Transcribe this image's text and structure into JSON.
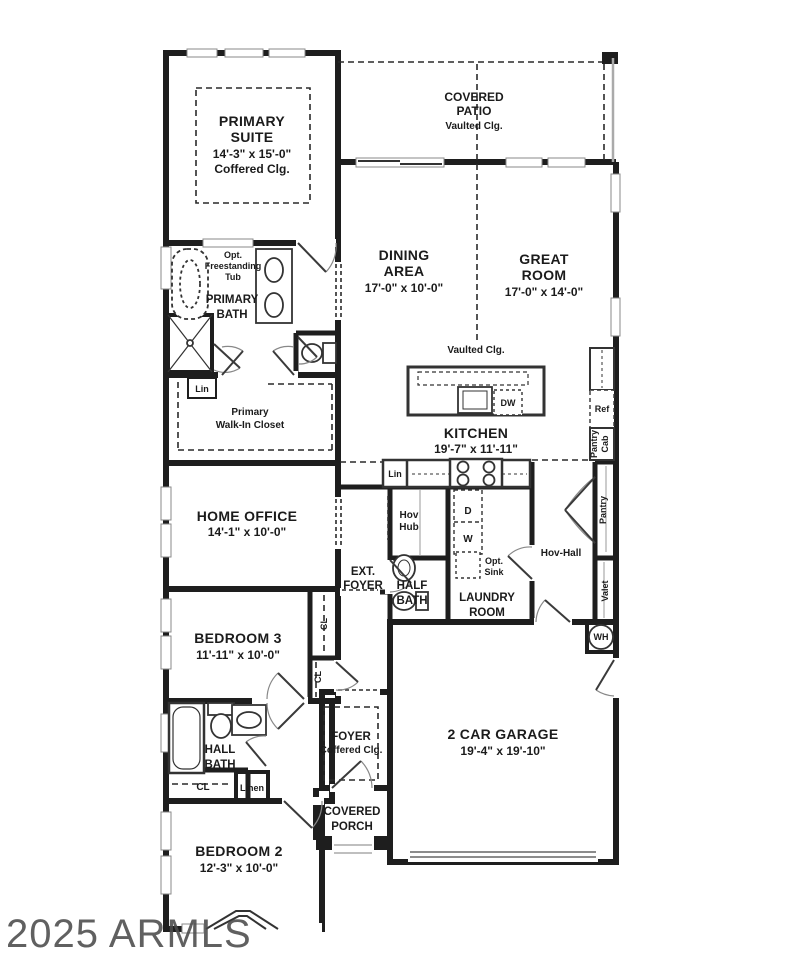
{
  "watermark": {
    "text": "2025 ARMLS"
  },
  "colors": {
    "wall": "#1e1e1e",
    "door": "#3a3a3a",
    "arc": "#777777",
    "watermark": "#4b4b4b"
  },
  "rooms": {
    "primary_suite": {
      "lines": [
        "PRIMARY",
        "SUITE"
      ],
      "dims": "14'-3\" x 15'-0\"",
      "ceiling": "Coffered Clg."
    },
    "covered_patio": {
      "lines": [
        "COVERED",
        "PATIO"
      ],
      "ceiling": "Vaulted Clg."
    },
    "dining_area": {
      "lines": [
        "DINING",
        "AREA"
      ],
      "dims": "17'-0\" x 10'-0\""
    },
    "great_room": {
      "lines": [
        "GREAT",
        "ROOM"
      ],
      "dims": "17'-0\" x 14'-0\""
    },
    "kitchen": {
      "name": "KITCHEN",
      "dims": "19'-7\" x 11'-11\"",
      "ceiling": "Vaulted Clg."
    },
    "primary_bath": {
      "lines": [
        "PRIMARY",
        "BATH"
      ],
      "tub": [
        "Opt.",
        "Freestanding",
        "Tub"
      ]
    },
    "primary_closet": {
      "lines": [
        "Primary",
        "Walk-In Closet"
      ]
    },
    "home_office": {
      "name": "HOME OFFICE",
      "dims": "14'-1\" x 10'-0\""
    },
    "ext_foyer": {
      "lines": [
        "EXT.",
        "FOYER"
      ]
    },
    "hov_hub": {
      "lines": [
        "Hov",
        "Hub"
      ]
    },
    "half_bath": {
      "lines": [
        "HALF",
        "BATH"
      ]
    },
    "laundry_room": {
      "lines": [
        "LAUNDRY",
        "ROOM"
      ],
      "opt_sink": [
        "Opt.",
        "Sink"
      ]
    },
    "hov_hall": {
      "name": "Hov-Hall"
    },
    "bedroom3": {
      "name": "BEDROOM 3",
      "dims": "11'-11\" x 10'-0\""
    },
    "hall_bath": {
      "lines": [
        "HALL",
        "BATH"
      ]
    },
    "foyer": {
      "name": "FOYER",
      "ceiling": "Coffered Clg."
    },
    "covered_porch": {
      "lines": [
        "COVERED",
        "PORCH"
      ]
    },
    "garage": {
      "name": "2 CAR GARAGE",
      "dims": "19'-4\" x 19'-10\""
    },
    "bedroom2": {
      "name": "BEDROOM 2",
      "dims": "12'-3\" x 10'-0\""
    }
  },
  "fixtures": {
    "lin_primary": "Lin",
    "lin_kitchen": "Lin",
    "dishwasher": "DW",
    "refrigerator": "Ref",
    "pantry_cab": [
      "Pantry",
      "Cab"
    ],
    "pantry": "Pantry",
    "valet": "Valet",
    "dryer": "D",
    "washer": "W",
    "water_heater": "WH",
    "closet_bedroom3_upper": "CL",
    "closet_bedroom3_lower": "CL",
    "closet_hall": "CL",
    "linen": "Linen"
  }
}
